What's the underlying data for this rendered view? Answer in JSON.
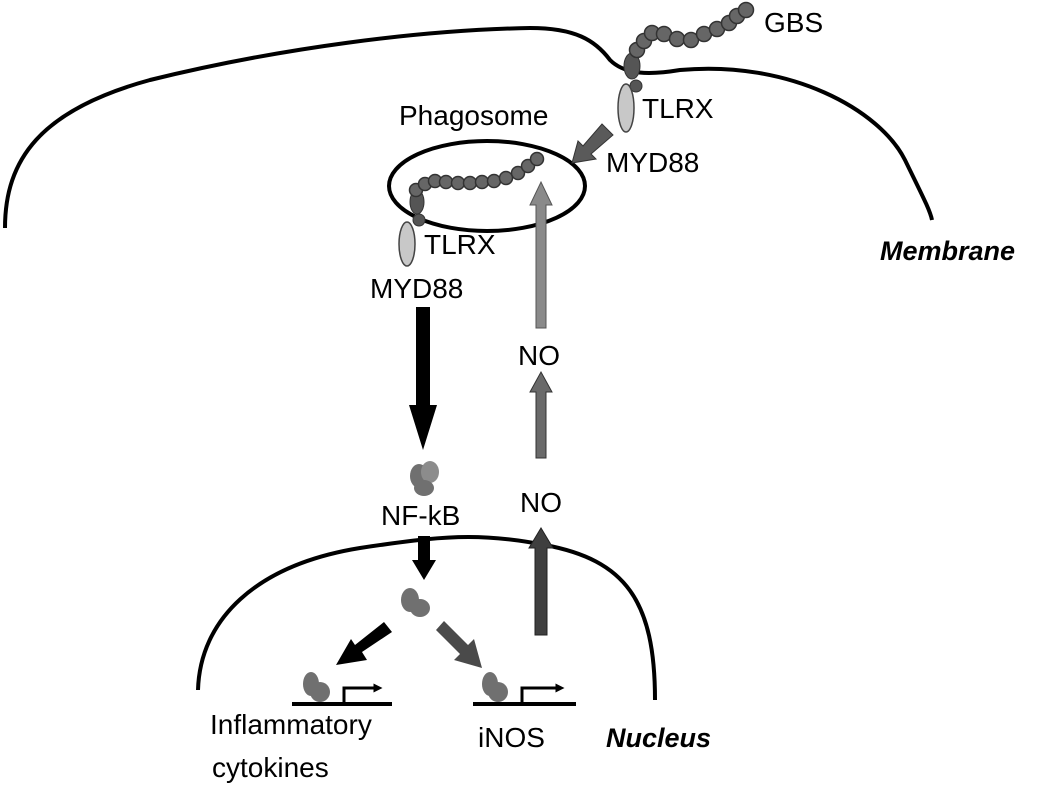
{
  "labels": {
    "gbs": "GBS",
    "phagosome": "Phagosome",
    "tlrx_membrane": "TLRX",
    "myd88_membrane": "MYD88",
    "tlrx_phagosome": "TLRX",
    "myd88_phagosome": "MYD88",
    "membrane": "Membrane",
    "no_upper": "NO",
    "no_lower": "NO",
    "nfkb": "NF-kB",
    "inflammatory_line1": "Inflammatory",
    "inflammatory_line2": "cytokines",
    "inos": "iNOS",
    "nucleus": "Nucleus"
  },
  "colors": {
    "line": "#000000",
    "bead": "#666666",
    "receptor_dark": "#555555",
    "receptor_light": "#c8c8c8",
    "nfkb": "#707070",
    "arrow_gray": "#5a5a5a",
    "arrow_light": "#8a8a8a"
  }
}
